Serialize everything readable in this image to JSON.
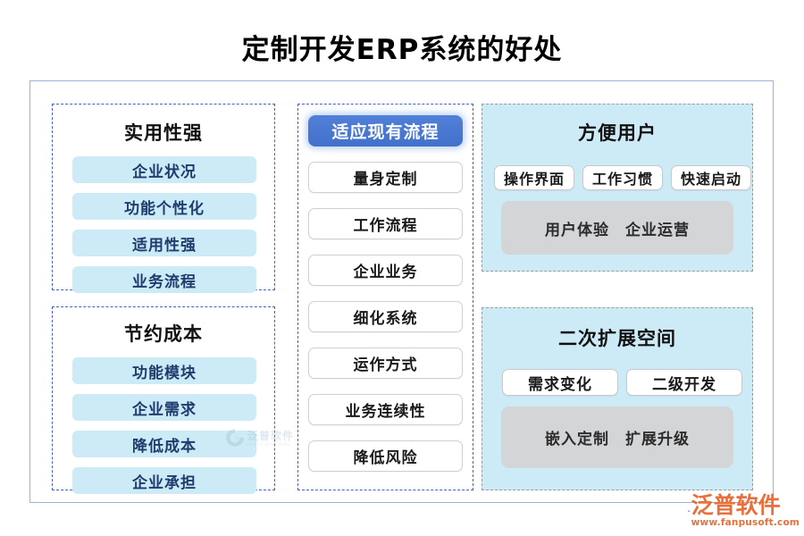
{
  "title": "定制开发ERP系统的好处",
  "colors": {
    "frame_border": "#9db2da",
    "dashed_blue": "#3f62c4",
    "dashed_gray": "#9b9b9b",
    "pill_cyan_bg": "#cdeaf7",
    "pill_cyan_text": "#1f3c6e",
    "pill_highlight_bg": "#4171cb",
    "gray_panel_bg": "#d4d5d7",
    "logo_orange": "#e8703a"
  },
  "columns": {
    "left": [
      {
        "name": "practical",
        "heading": "实用性强",
        "items": [
          "企业状况",
          "功能个性化",
          "适用性强",
          "业务流程"
        ]
      },
      {
        "name": "cost",
        "heading": "节约成本",
        "items": [
          "功能模块",
          "企业需求",
          "降低成本",
          "企业承担"
        ]
      }
    ],
    "middle": {
      "name": "process",
      "highlighted": "适应现有流程",
      "items": [
        "量身定制",
        "工作流程",
        "企业业务",
        "细化系统",
        "运作方式",
        "业务连续性",
        "降低风险"
      ]
    },
    "right": [
      {
        "name": "user",
        "heading": "方便用户",
        "chips": [
          "操作界面",
          "工作习惯",
          "快速启动"
        ],
        "footer": [
          "用户体验",
          "企业运营"
        ]
      },
      {
        "name": "expand",
        "heading": "二次扩展空间",
        "chips": [
          "需求变化",
          "二级开发"
        ],
        "footer": [
          "嵌入定制",
          "扩展升级"
        ]
      }
    ]
  },
  "watermark": {
    "main": "泛普软件",
    "sub": "FANPU SOFTWARE"
  },
  "logo": {
    "main": "泛普软件",
    "url": "www.fanpusoft.com"
  }
}
